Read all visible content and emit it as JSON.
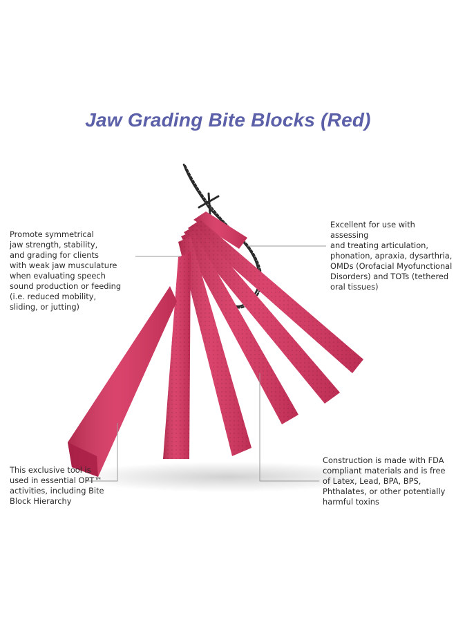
{
  "title": "Jaw Grading Bite Blocks (Red)",
  "colors": {
    "title": "#5b60a8",
    "block": "#d6345f",
    "block_dark": "#a81f45",
    "block_light": "#e4557a",
    "leader_line": "#9a9a9a",
    "text": "#2a2a2a"
  },
  "callouts": {
    "top_left": "Promote symmetrical\njaw strength, stability,\nand grading for clients\nwith weak jaw musculature\nwhen evaluating speech\nsound production or feeding\n(i.e. reduced mobility,\nsliding, or jutting)",
    "top_right": "Excellent for use with assessing\nand treating articulation,\nphonation, apraxia, dysarthria,\nOMDs (Orofacial Myofunctional\nDisorders) and TOTs (tethered\noral tissues)",
    "bottom_left": "This exclusive tool is\nused in essential OPT™\nactivities, including Bite\nBlock Hierarchy",
    "bottom_right": "Construction is made with FDA\ncompliant materials and is free\nof Latex, Lead, BPA, BPS,\nPhthalates, or other potentially\nharmful toxins"
  }
}
